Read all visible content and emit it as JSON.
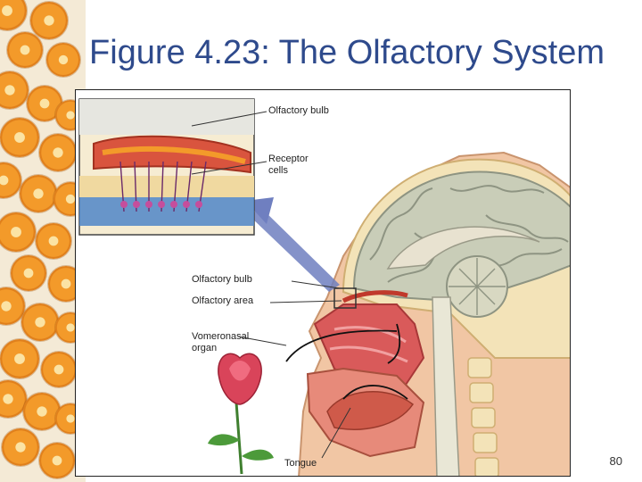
{
  "slide": {
    "title": "Figure 4.23: The Olfactory System",
    "page_number": "80"
  },
  "figure": {
    "labels": {
      "olfactory_bulb_inset": "Olfactory bulb",
      "receptor_cells": "Receptor cells",
      "olfactory_bulb": "Olfactory bulb",
      "olfactory_area": "Olfactory area",
      "vomeronasal_organ": "Vomeronasal organ",
      "tongue": "Tongue"
    }
  },
  "colors": {
    "title": "#2e4a8c",
    "orange": "#f39a2a",
    "brain": "#c9cdb8",
    "nasal": "#d95a5a",
    "skin": "#f1c6a4",
    "receptor": "#4f86c8"
  }
}
